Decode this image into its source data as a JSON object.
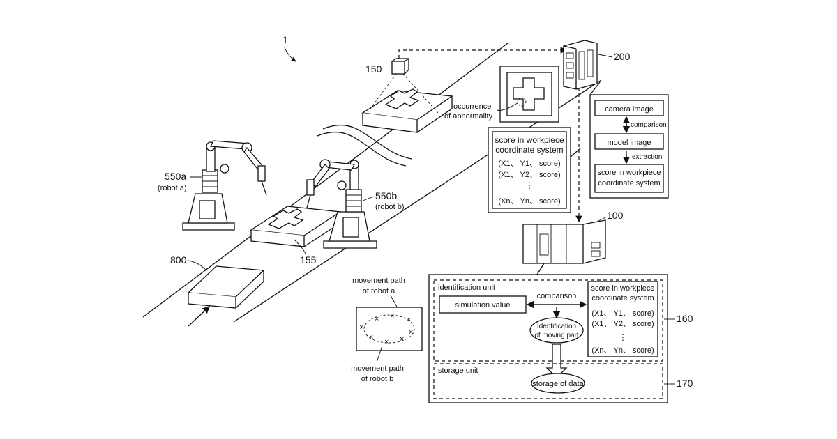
{
  "figure": {
    "ref_system": "1",
    "ref_camera": "150",
    "ref_image_processor": "200",
    "ref_controller": "100",
    "ref_identification": "160",
    "ref_storage": "170",
    "ref_conveyor": "800",
    "ref_workpiece": "155"
  },
  "robots": {
    "a_ref": "550a",
    "a_label": "(robot a)",
    "b_ref": "550b",
    "b_label": "(robot b)"
  },
  "abnormality": {
    "line1": "occurrence",
    "line2": "of abnormality"
  },
  "score_panel": {
    "title1": "score in workpiece",
    "title2": "coordinate system",
    "row1": "(X1、 Y1、 score)",
    "row2": "(X1、 Y2、 score)",
    "rown": "(Xn、 Yn、 score)"
  },
  "processor_panel": {
    "camera_image": "camera image",
    "comparison": "comparison",
    "model_image": "model image",
    "extraction": "extraction",
    "score1": "score in workpiece",
    "score2": "coordinate system"
  },
  "ident_unit": {
    "title": "identification unit",
    "simulation": "simulation value",
    "comparison": "comparison",
    "ident1": "Identification",
    "ident2": "of moving part",
    "score_title1": "score in workpiece",
    "score_title2": "coordinate system",
    "row1": "(X1、 Y1、 score)",
    "row2": "(X1、 Y2、 score)",
    "rown": "(Xn、 Yn、 score)"
  },
  "storage_unit": {
    "title": "storage unit",
    "storage": "storage of data"
  },
  "path_panel": {
    "label_a1": "movement path",
    "label_a2": "of robot a",
    "label_b1": "movement path",
    "label_b2": "of robot b"
  }
}
